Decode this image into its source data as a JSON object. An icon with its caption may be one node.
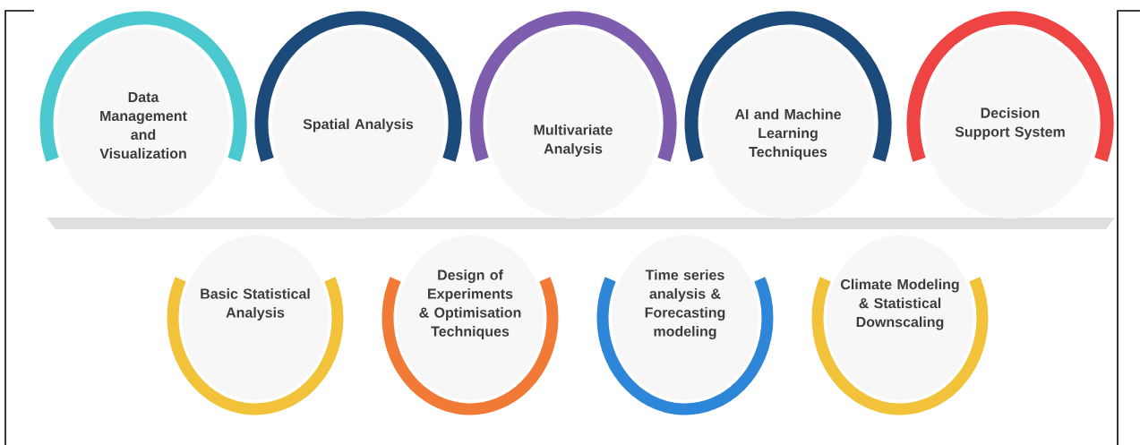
{
  "diagram": {
    "nodes": [
      {
        "text": [
          "Data Management and Visualization"
        ]
      },
      {
        "text": [
          "Spatial Analysis"
        ]
      },
      {
        "text": [
          "Multivariate Analysis"
        ]
      },
      {
        "text": [
          "AI and Machine Learning Techniques"
        ]
      },
      {
        "text": [
          "Decision Support System"
        ]
      },
      {
        "text": [
          "Basic Statistical Analysis"
        ]
      },
      {
        "text": [
          "Design of Experiments & Optimisation Techniques"
        ]
      },
      {
        "text": [
          "Time series analysis & Forecasting modeling"
        ]
      },
      {
        "text": [
          "Climate Modeling & Statistical Downscaling"
        ]
      }
    ]
  }
}
